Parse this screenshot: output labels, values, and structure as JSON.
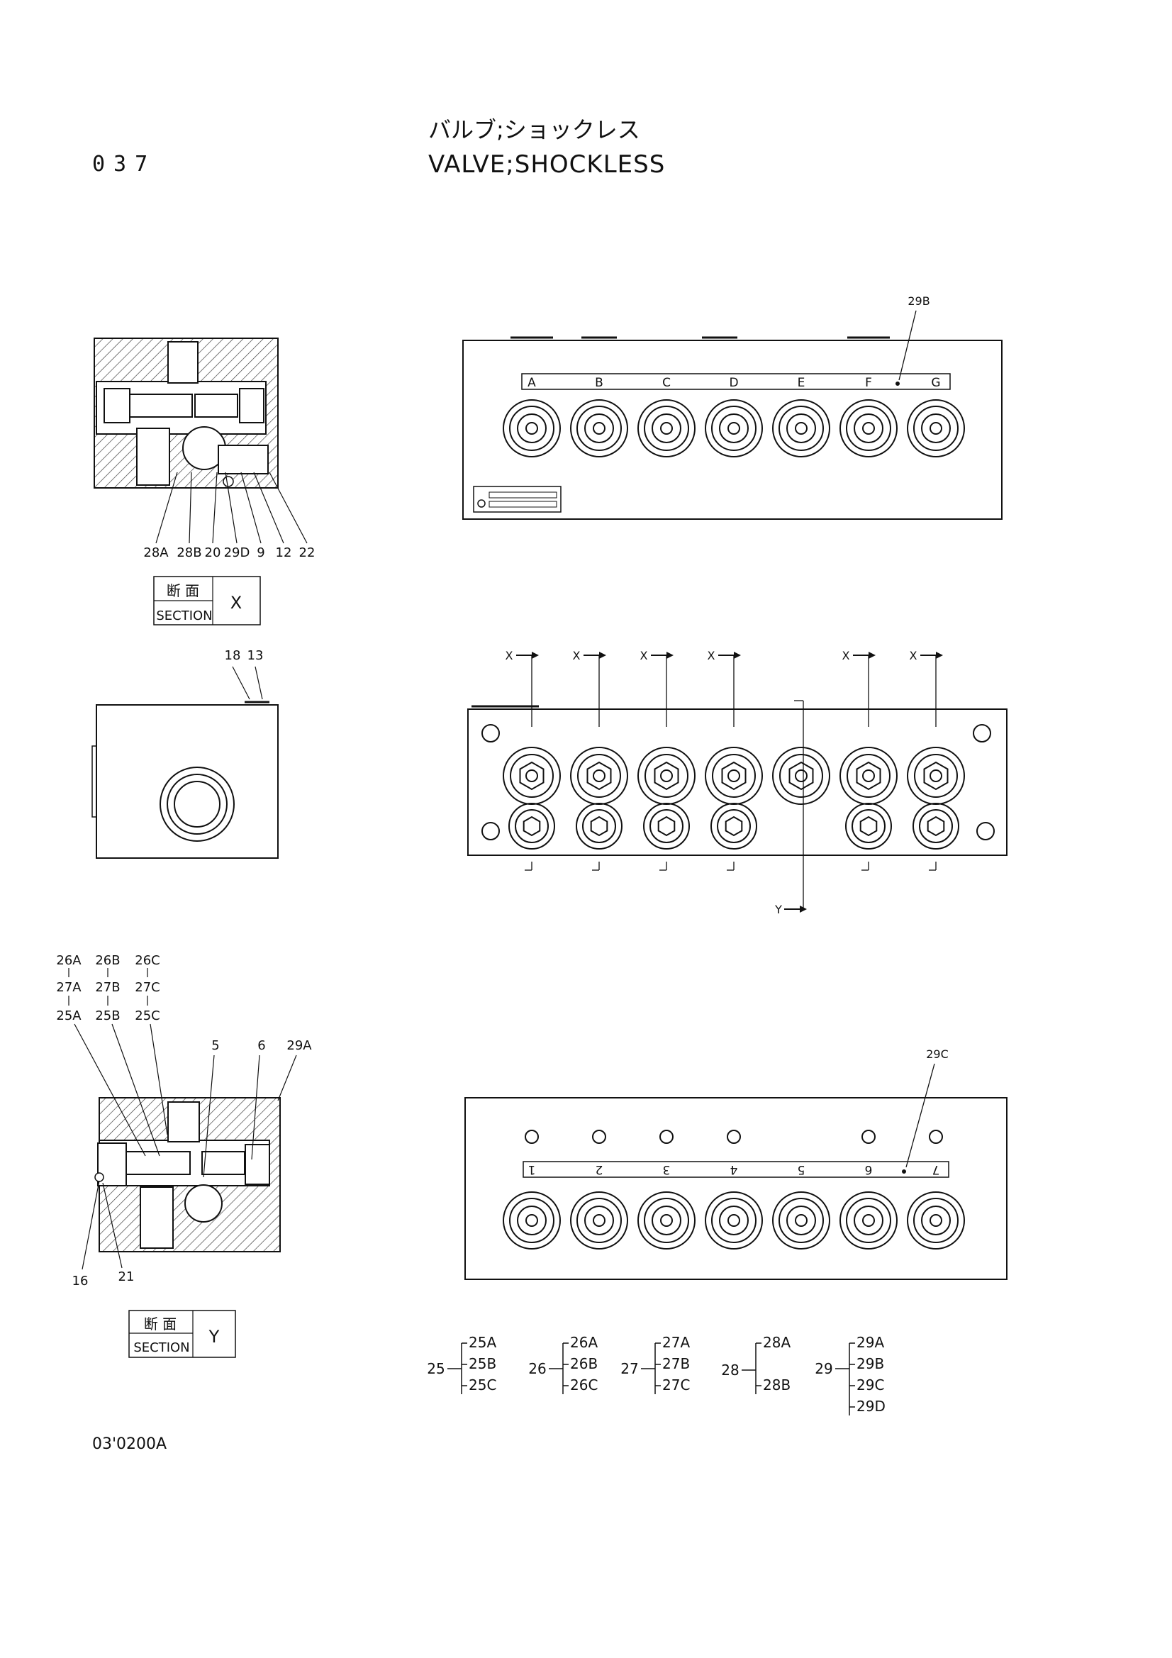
{
  "header": {
    "page_number": "037",
    "title_jp": "バルブ;ショックレス",
    "title_en": "VALVE;SHOCKLESS"
  },
  "footer": {
    "drawing_code": "03'0200A"
  },
  "section_x": {
    "label_jp": "断 面",
    "label_en": "SECTION",
    "letter": "X",
    "callouts": [
      "28A",
      "28B",
      "20",
      "29D",
      "9",
      "12",
      "22"
    ]
  },
  "section_y": {
    "label_jp": "断 面",
    "label_en": "SECTION",
    "letter": "Y",
    "callouts_top": [
      "26A",
      "26B",
      "26C",
      "27A",
      "27B",
      "27C",
      "25A",
      "25B",
      "25C"
    ],
    "callouts_side": [
      "5",
      "6",
      "29A"
    ],
    "callouts_bottom": [
      "16",
      "21"
    ]
  },
  "side_view": {
    "callouts": [
      "18",
      "13"
    ]
  },
  "top_view": {
    "callout": "29B",
    "port_labels": [
      "A",
      "B",
      "C",
      "D",
      "E",
      "F",
      "G"
    ]
  },
  "front_view": {
    "section_marks": [
      "X",
      "X",
      "X",
      "X",
      "X",
      "X"
    ],
    "section_mark_y": "Y"
  },
  "bottom_view": {
    "callout": "29C",
    "port_labels": [
      "1",
      "2",
      "3",
      "4",
      "5",
      "6",
      "7"
    ]
  },
  "parts_groups": [
    {
      "parent": "25",
      "children": [
        "25A",
        "25B",
        "25C"
      ]
    },
    {
      "parent": "26",
      "children": [
        "26A",
        "26B",
        "26C"
      ]
    },
    {
      "parent": "27",
      "children": [
        "27A",
        "27B",
        "27C"
      ]
    },
    {
      "parent": "28",
      "children": [
        "28A",
        "28B"
      ]
    },
    {
      "parent": "29",
      "children": [
        "29A",
        "29B",
        "29C",
        "29D"
      ]
    }
  ]
}
